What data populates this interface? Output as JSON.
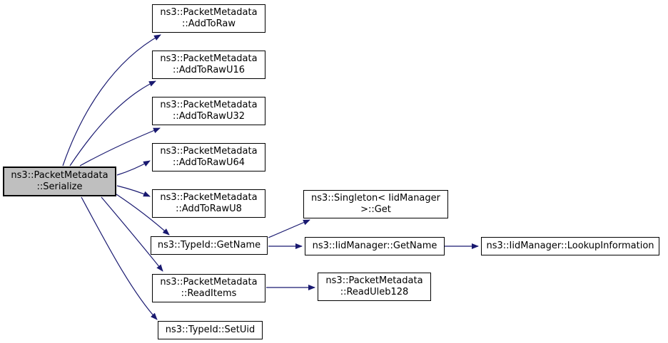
{
  "diagram": {
    "kind": "doxygen-call-graph",
    "colors": {
      "background": "#ffffff",
      "edge": "#191970",
      "node_border": "#000000",
      "node_fill": "#ffffff",
      "highlight_fill": "#bfbfbf"
    },
    "nodes": {
      "serialize": {
        "line1": "ns3::PacketMetadata",
        "line2": "::Serialize",
        "highlighted": true
      },
      "add_to_raw": {
        "line1": "ns3::PacketMetadata",
        "line2": "::AddToRaw"
      },
      "add_to_raw_u16": {
        "line1": "ns3::PacketMetadata",
        "line2": "::AddToRawU16"
      },
      "add_to_raw_u32": {
        "line1": "ns3::PacketMetadata",
        "line2": "::AddToRawU32"
      },
      "add_to_raw_u64": {
        "line1": "ns3::PacketMetadata",
        "line2": "::AddToRawU64"
      },
      "add_to_raw_u8": {
        "line1": "ns3::PacketMetadata",
        "line2": "::AddToRawU8"
      },
      "typeid_get_name": {
        "line1": "ns3::TypeId::GetName"
      },
      "read_items": {
        "line1": "ns3::PacketMetadata",
        "line2": "::ReadItems"
      },
      "typeid_set_uid": {
        "line1": "ns3::TypeId::SetUid"
      },
      "singleton_get": {
        "line1": "ns3::Singleton< IidManager",
        "line2": ">::Get"
      },
      "iidmanager_get_name": {
        "line1": "ns3::IidManager::GetName"
      },
      "read_uleb128": {
        "line1": "ns3::PacketMetadata",
        "line2": "::ReadUleb128"
      },
      "lookup_information": {
        "line1": "ns3::IidManager::LookupInformation"
      }
    },
    "edges": [
      {
        "from": "serialize",
        "to": "add_to_raw"
      },
      {
        "from": "serialize",
        "to": "add_to_raw_u16"
      },
      {
        "from": "serialize",
        "to": "add_to_raw_u32"
      },
      {
        "from": "serialize",
        "to": "add_to_raw_u64"
      },
      {
        "from": "serialize",
        "to": "add_to_raw_u8"
      },
      {
        "from": "serialize",
        "to": "typeid_get_name"
      },
      {
        "from": "serialize",
        "to": "read_items"
      },
      {
        "from": "serialize",
        "to": "typeid_set_uid"
      },
      {
        "from": "typeid_get_name",
        "to": "singleton_get"
      },
      {
        "from": "typeid_get_name",
        "to": "iidmanager_get_name"
      },
      {
        "from": "iidmanager_get_name",
        "to": "lookup_information"
      },
      {
        "from": "read_items",
        "to": "read_uleb128"
      }
    ]
  }
}
